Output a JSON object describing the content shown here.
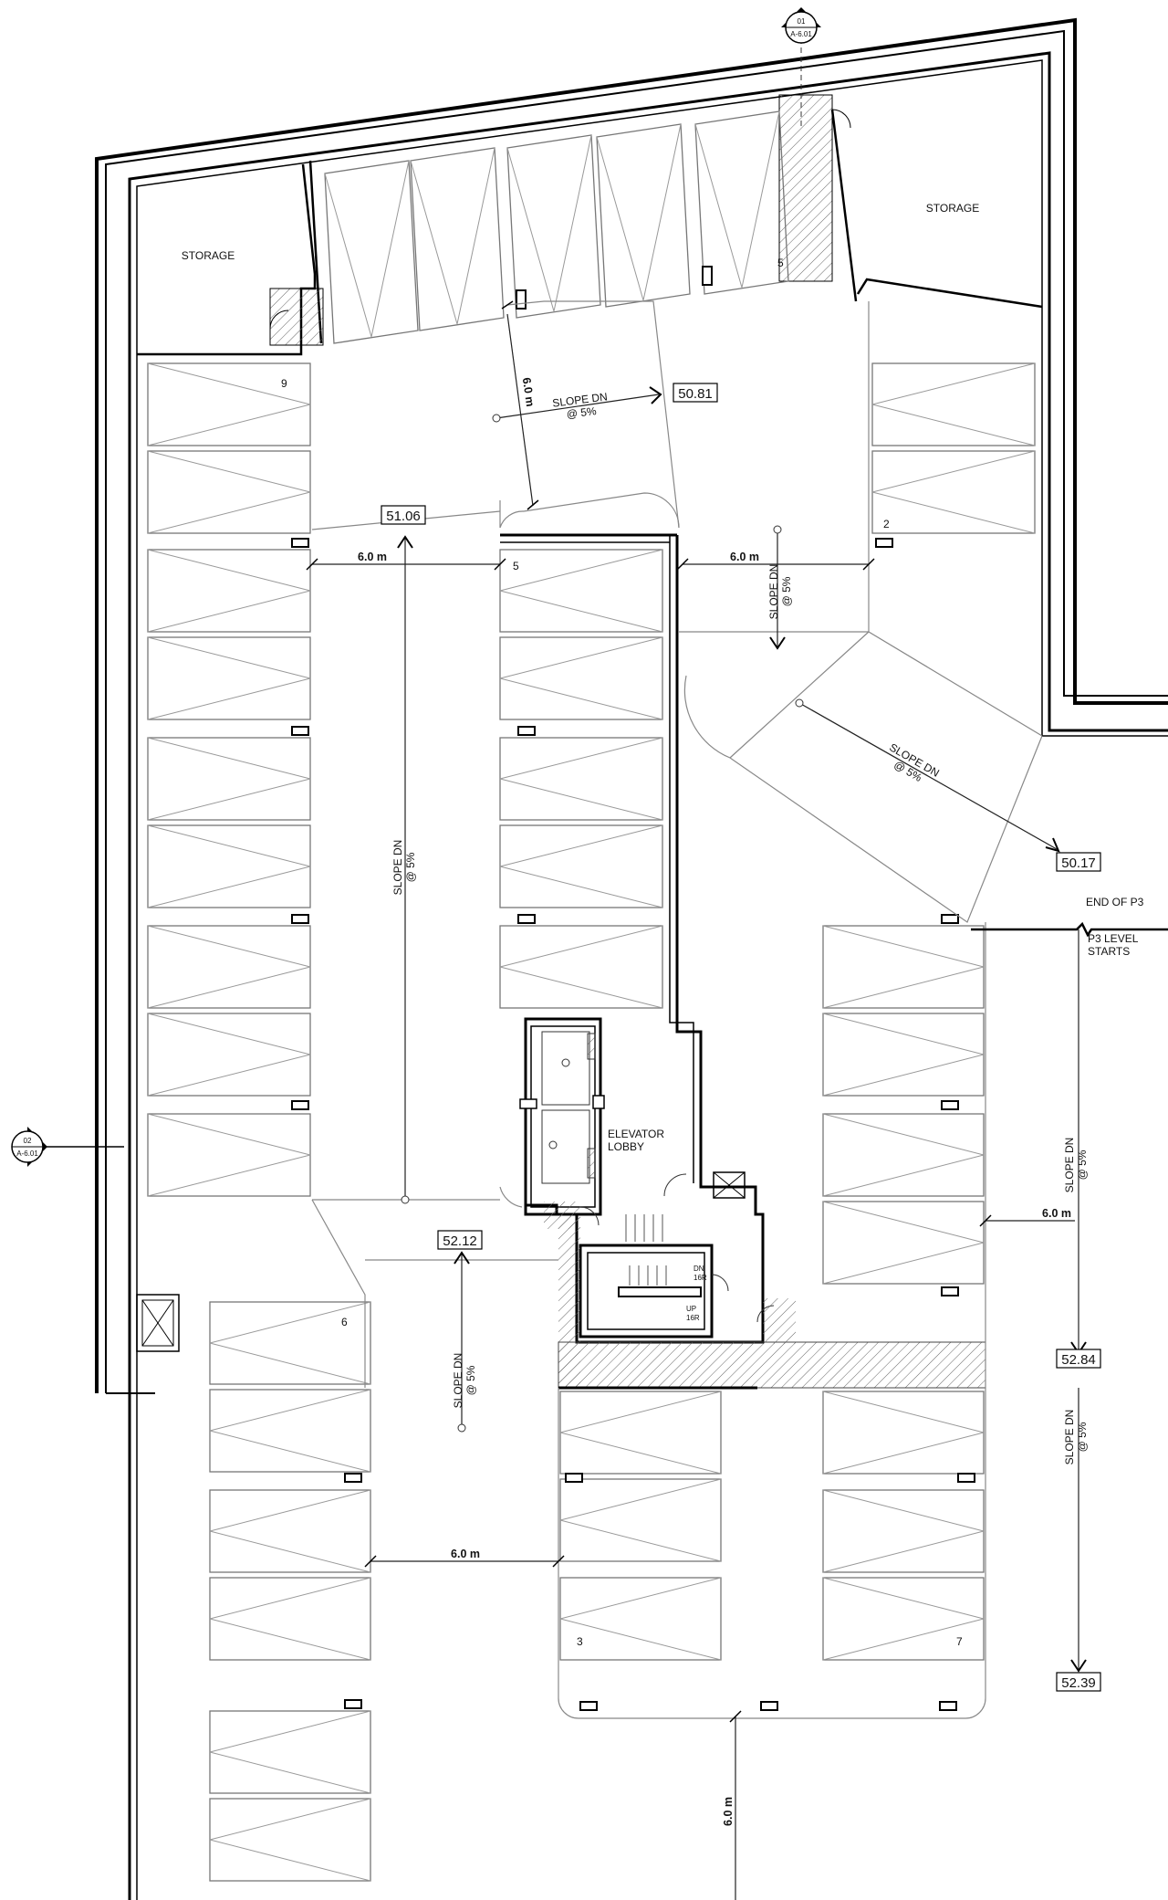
{
  "rooms": {
    "storage_left": "STORAGE",
    "storage_right": "STORAGE",
    "elevator_lobby": [
      "ELEVATOR",
      "LOBBY"
    ]
  },
  "section_markers": {
    "top": {
      "number": "01",
      "sheet": "A-6.01"
    },
    "left": {
      "number": "02",
      "sheet": "A-6.01"
    }
  },
  "elevations": [
    "50.81",
    "51.06",
    "50.17",
    "52.12",
    "52.84",
    "52.39"
  ],
  "dimensions": {
    "aisle_6m": "6.0 m",
    "aisle_6m_vertical": "6.0  m"
  },
  "slopes": {
    "slope_dn": "SLOPE DN",
    "rate": "@ 5%"
  },
  "notes": {
    "end_of_p3": "END OF  P3",
    "p3_level": "P3 LEVEL",
    "starts": "STARTS"
  },
  "stair": {
    "dn": "DN",
    "dn_risers": "16R",
    "up": "UP",
    "up_risers": "16R"
  },
  "stall_numbers": [
    "5",
    "9",
    "5",
    "2",
    "6",
    "3",
    "7"
  ]
}
